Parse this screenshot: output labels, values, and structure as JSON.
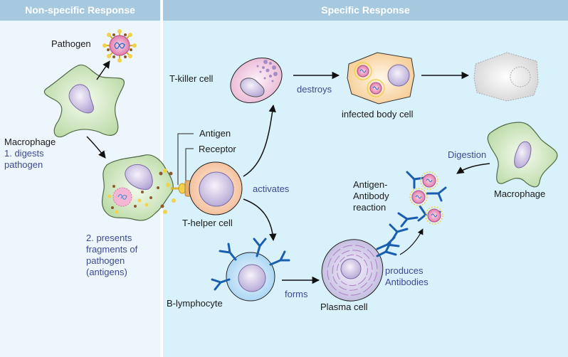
{
  "headers": {
    "left": "Non-specific Response",
    "right": "Specific Response"
  },
  "labels": {
    "pathogen": "Pathogen",
    "macrophage": "Macrophage",
    "step1_line1": "1. digests",
    "step1_line2": "pathogen",
    "step2_line1": "2. presents",
    "step2_line2": "fragments of",
    "step2_line3": "pathogen",
    "step2_line4": "(antigens)",
    "antigen": "Antigen",
    "receptor": "Receptor",
    "t_helper": "T-helper cell",
    "t_killer": "T-killer cell",
    "destroys": "destroys",
    "infected_cell": "infected body cell",
    "activates": "activates",
    "b_lymphocyte": "B-lymphocyte",
    "forms": "forms",
    "plasma_cell": "Plasma cell",
    "produces_line1": "produces",
    "produces_line2": "Antibodies",
    "ag_ab_line1": "Antigen-",
    "ag_ab_line2": "Antibody",
    "ag_ab_line3": "reaction",
    "digestion": "Digestion",
    "macrophage2": "Macrophage"
  },
  "colors": {
    "header_bg": "#a6c9df",
    "left_bg": "#eef6fd",
    "right_bg": "#d9f1fb",
    "annotation_text": "#3c4a94",
    "macrophage_fill": "#c8e2b4",
    "nucleus_fill": "#c9bde0",
    "antibody": "#1a5eb0",
    "pathogen_fill": "#e58fb8",
    "spike": "#f2d24a",
    "t_helper_fill": "#f6c9a8",
    "t_killer_fill": "#f1c7df",
    "infected_fill": "#fbdcb0"
  }
}
